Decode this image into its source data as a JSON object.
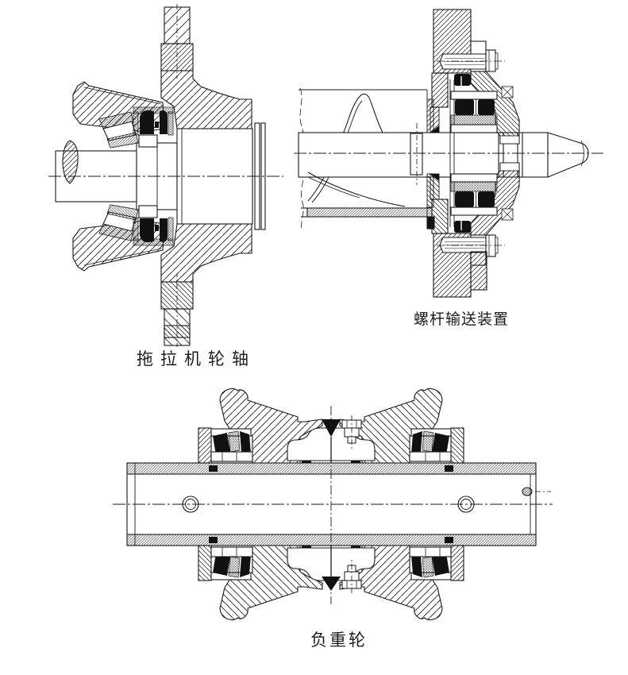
{
  "sheet": {
    "background": "#ffffff"
  },
  "figures": [
    {
      "id": "tractor-wheel-axle",
      "label": "拖拉机轮轴"
    },
    {
      "id": "screw-conveyor",
      "label": "螺杆输送装置"
    },
    {
      "id": "road-wheel",
      "label": "负重轮"
    }
  ],
  "colors": {
    "ink": "#1a1a1a",
    "seal_black": "#111111",
    "paper": "#ffffff"
  }
}
